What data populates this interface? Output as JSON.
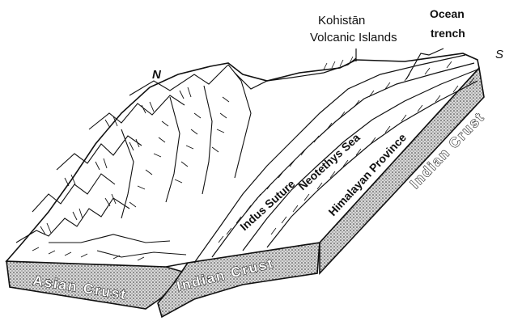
{
  "labels": {
    "kohistan_line1": "Kohistān",
    "kohistan_line2": "Volcanic Islands",
    "ocean_line1": "Ocean",
    "ocean_line2": "trench",
    "north": "N",
    "south": "S",
    "indus_suture": "Indus Suture",
    "neotethys_sea": "Neotethys Sea",
    "himalayan_province": "Himalayan Province",
    "indian_crust_right": "Indian Crust",
    "indian_crust_front": "Indian Crust",
    "asian_crust": "Asian Crust"
  },
  "colors": {
    "ink": "#111111",
    "crust_fill": "#c9c9c9",
    "paper": "#ffffff"
  }
}
